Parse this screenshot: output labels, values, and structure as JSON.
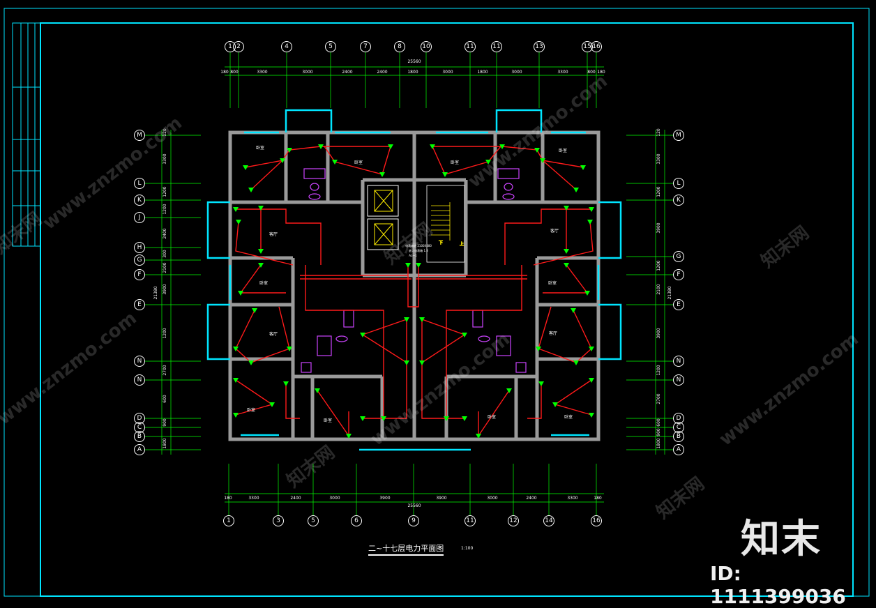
{
  "drawing": {
    "title": "二~十七层电力平面图",
    "scale": "1:100",
    "total_dim_top": "25560",
    "total_dim_bottom": "25560",
    "total_dim_left": "21380",
    "total_dim_right": "21380"
  },
  "axes": {
    "top": [
      "1",
      "2",
      "4",
      "5",
      "7",
      "8",
      "10",
      "11",
      "11",
      "13",
      "15",
      "16"
    ],
    "bottom": [
      "1",
      "3",
      "5",
      "6",
      "9",
      "11",
      "12",
      "14",
      "16"
    ],
    "left": [
      "M",
      "L",
      "K",
      "J",
      "H",
      "G",
      "F",
      "E",
      "N",
      "N",
      "D",
      "C",
      "B",
      "A"
    ],
    "right": [
      "M",
      "L",
      "K",
      "G",
      "F",
      "E",
      "N",
      "N",
      "D",
      "C",
      "B",
      "A"
    ]
  },
  "dims": {
    "top": [
      "180",
      "800",
      "3300",
      "3000",
      "2400",
      "2400",
      "1800",
      "3000",
      "1800",
      "3000",
      "3300",
      "800",
      "180"
    ],
    "bottom": [
      "180",
      "3300",
      "2400",
      "3000",
      "3900",
      "3900",
      "3000",
      "2400",
      "3300",
      "180"
    ],
    "left": [
      "120",
      "3300",
      "1200",
      "1200",
      "2400",
      "300",
      "2100",
      "3900",
      "1200",
      "2700",
      "600",
      "900",
      "1800"
    ],
    "right": [
      "120",
      "3300",
      "1200",
      "3900",
      "1200",
      "2100",
      "3900",
      "1200",
      "2700",
      "600",
      "900",
      "1800"
    ]
  },
  "rooms": [
    "卧室",
    "卧室",
    "客厅",
    "卧室",
    "客厅",
    "卧室",
    "卧室",
    "卧室",
    "卧室",
    "客厅",
    "卧室",
    "客厅",
    "卧室",
    "卧室"
  ],
  "stair": {
    "down": "下",
    "up": "上"
  },
  "notes": [
    "电表箱嵌 2100X480",
    "嵌入电表箱 1.8",
    "AL～1"
  ],
  "watermark": {
    "site": "www.znzmo.com",
    "brand": "知末网",
    "logo": "知末",
    "id": "ID: 1111399036"
  },
  "colors": {
    "wire": "#ff1a1a",
    "wall": "#9a9a9a",
    "window": "#00e5ff",
    "axis": "#00ff00",
    "frame": "#00e5ff",
    "fixture": "#cc44ff"
  }
}
